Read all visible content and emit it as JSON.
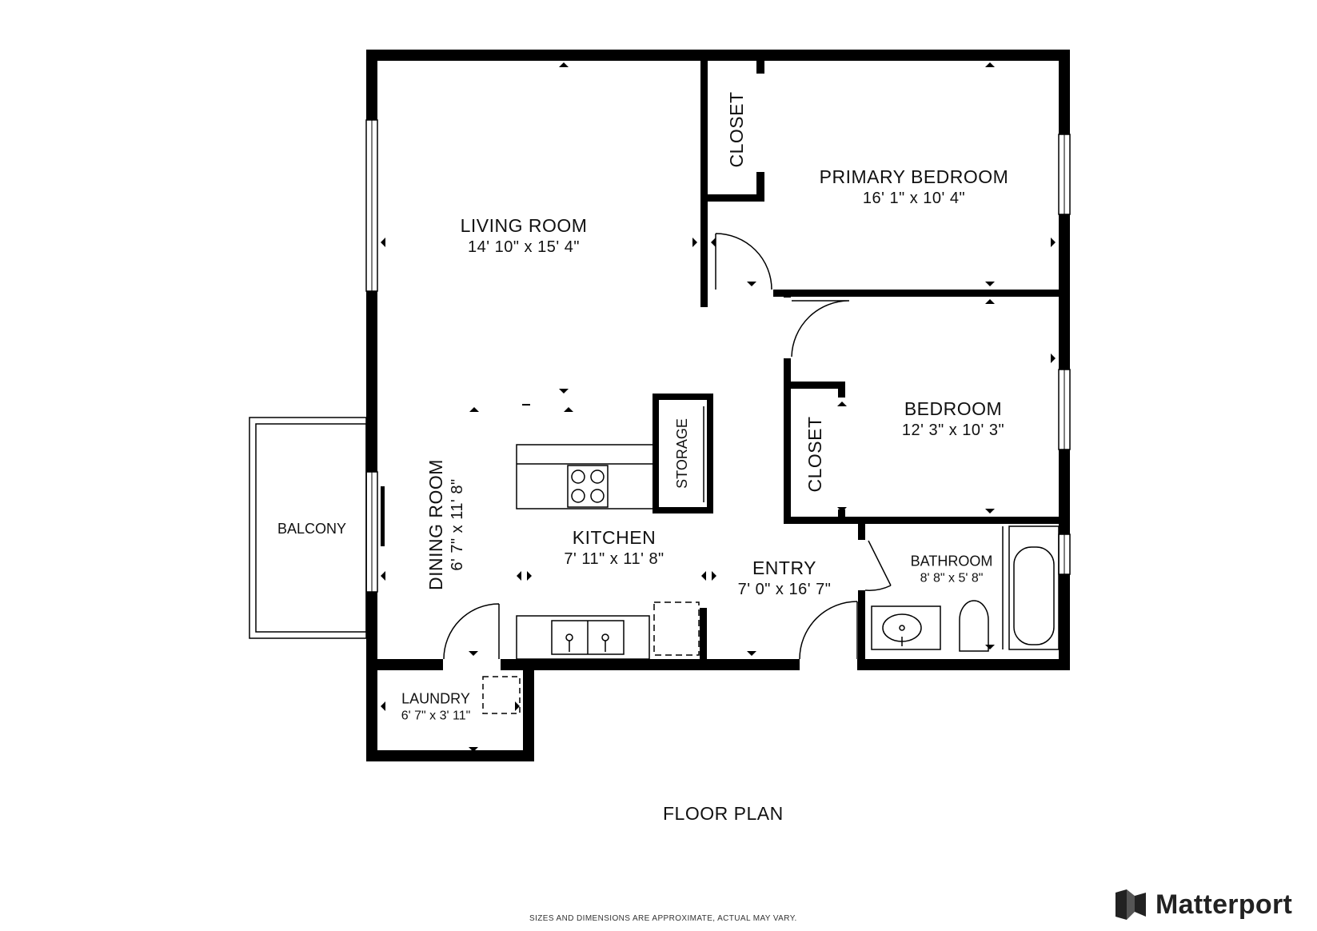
{
  "rooms": {
    "living": {
      "name": "LIVING ROOM",
      "dim": "14' 10\" x 15' 4\""
    },
    "primary_bedroom": {
      "name": "PRIMARY BEDROOM",
      "dim": "16' 1\" x 10' 4\""
    },
    "bedroom": {
      "name": "BEDROOM",
      "dim": "12' 3\" x 10' 3\""
    },
    "kitchen": {
      "name": "KITCHEN",
      "dim": "7' 11\" x 11' 8\""
    },
    "entry": {
      "name": "ENTRY",
      "dim": "7' 0\" x 16' 7\""
    },
    "bathroom": {
      "name": "BATHROOM",
      "dim": "8' 8\" x 5' 8\""
    },
    "dining": {
      "name": "DINING ROOM",
      "dim": "6' 7\" x 11' 8\""
    },
    "laundry": {
      "name": "LAUNDRY",
      "dim": "6' 7\" x 3' 11\""
    },
    "balcony": {
      "name": "BALCONY"
    },
    "closet_primary": {
      "name": "CLOSET"
    },
    "closet_bedroom": {
      "name": "CLOSET"
    },
    "storage": {
      "name": "STORAGE"
    }
  },
  "caption": "FLOOR PLAN",
  "disclaimer": "SIZES AND DIMENSIONS ARE APPROXIMATE, ACTUAL MAY VARY.",
  "brand": {
    "name": "Matterport",
    "logo_icon": "matterport-logo-icon"
  },
  "colors": {
    "wall": "#000000",
    "background": "#ffffff"
  }
}
